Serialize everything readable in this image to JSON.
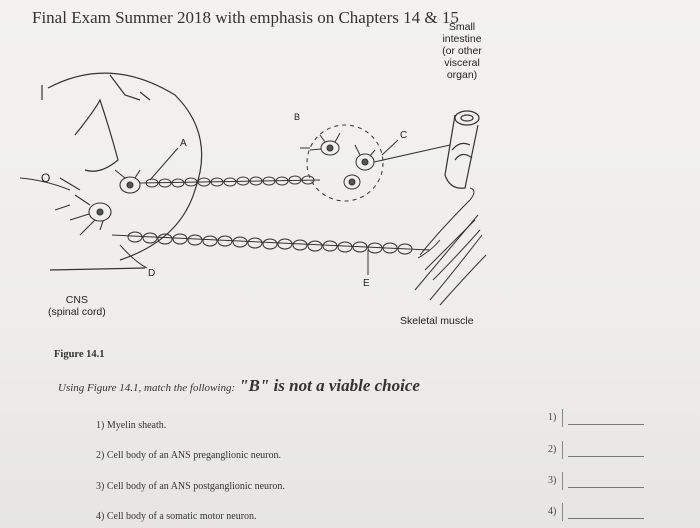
{
  "page": {
    "title": "Final Exam Summer 2018 with emphasis on Chapters 14 & 15"
  },
  "figure": {
    "organ_label_lines": [
      "Small",
      "intestine",
      "(or other",
      "visceral",
      "organ)"
    ],
    "cns_label_lines": [
      "CNS",
      "(spinal cord)"
    ],
    "muscle_label": "Skeletal muscle",
    "letters": {
      "a": "A",
      "b": "B",
      "c": "C",
      "d": "D",
      "e": "E",
      "o": "O"
    },
    "caption": "Figure 14.1"
  },
  "instruction": {
    "prefix": "Using Figure 14.1, match the following:",
    "emphasis": "\"B\" is not a viable choice"
  },
  "questions": [
    {
      "text": "1) Myelin sheath.",
      "answer_number": "1)",
      "answer": ""
    },
    {
      "text": "2) Cell body of an ANS preganglionic neuron.",
      "answer_number": "2)",
      "answer": ""
    },
    {
      "text": "3) Cell body of an ANS postganglionic neuron.",
      "answer_number": "3)",
      "answer": ""
    },
    {
      "text": "4) Cell body of a somatic motor neuron.",
      "answer_number": "4)",
      "answer": ""
    }
  ]
}
